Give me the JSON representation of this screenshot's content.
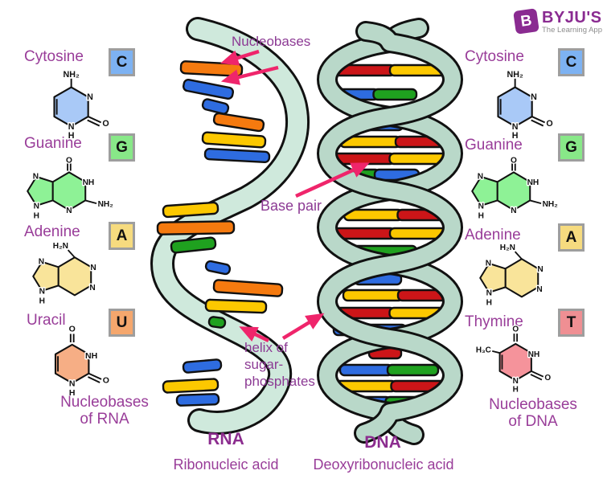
{
  "brand": {
    "logo_letter": "B",
    "name": "BYJU'S",
    "tagline": "The Learning App"
  },
  "annotations": {
    "nucleobases": "Nucleobases",
    "base_pair": "Base pair",
    "helix_line1": "helix of",
    "helix_line2": "sugar-",
    "helix_line3": "phosphates"
  },
  "rna": {
    "abbr": "RNA",
    "full_name": "Ribonucleic acid",
    "caption_line1": "Nucleobases",
    "caption_line2": "of RNA",
    "bases": [
      {
        "name": "Cytosine",
        "letter": "C"
      },
      {
        "name": "Guanine",
        "letter": "G"
      },
      {
        "name": "Adenine",
        "letter": "A"
      },
      {
        "name": "Uracil",
        "letter": "U"
      }
    ],
    "strand_bars": [
      "orange",
      "blue",
      "blue",
      "orange",
      "yellow",
      "blue",
      "yellow",
      "orange",
      "green",
      "blue",
      "orange",
      "yellow",
      "green",
      "blue",
      "yellow",
      "blue"
    ]
  },
  "dna": {
    "abbr": "DNA",
    "full_name": "Deoxyribonucleic acid",
    "caption_line1": "Nucleobases",
    "caption_line2": "of DNA",
    "bases": [
      {
        "name": "Cytosine",
        "letter": "C"
      },
      {
        "name": "Guanine",
        "letter": "G"
      },
      {
        "name": "Adenine",
        "letter": "A"
      },
      {
        "name": "Thymine",
        "letter": "T"
      }
    ],
    "base_pairs": [
      [
        "red",
        "yellow"
      ],
      [
        "blue",
        "green"
      ],
      [
        "blue"
      ],
      [
        "yellow",
        "red"
      ],
      [
        "red",
        "yellow"
      ],
      [
        "green",
        "blue"
      ],
      [
        "yellow",
        "red"
      ],
      [
        "red",
        "yellow"
      ],
      [
        "green"
      ],
      [
        "blue"
      ],
      [
        "yellow",
        "red"
      ],
      [
        "red",
        "yellow"
      ],
      [
        "blue"
      ],
      [
        "red"
      ],
      [
        "blue",
        "green"
      ],
      [
        "yellow",
        "red"
      ],
      [
        "blue",
        "green"
      ]
    ]
  },
  "atoms": {
    "cytosine": [
      "NH₂",
      "N",
      "O",
      "N",
      "H"
    ],
    "guanine": [
      "O",
      "NH",
      "NH₂",
      "N",
      "N",
      "N",
      "H"
    ],
    "adenine": [
      "H₂N",
      "N",
      "N",
      "N",
      "N",
      "H"
    ],
    "uracil": [
      "O",
      "NH",
      "O",
      "N",
      "H"
    ],
    "thymine": [
      "O",
      "H₃C",
      "NH",
      "O",
      "N",
      "H"
    ]
  },
  "colors": {
    "accent_purple": "#993d99",
    "heading_purple": "#8c2d8f",
    "arrow_pink": "#ef256b",
    "rna_ribbon": "#cfe9dc",
    "dna_ribbon": "#b9d8c9",
    "box_fills": {
      "C": "#7db2f2",
      "G": "#88e888",
      "A": "#f6db7f",
      "U": "#f5a76d",
      "T": "#ef8f93"
    },
    "ring_fills": {
      "cytosine": "#a9c9f7",
      "guanine": "#8ef296",
      "adenine": "#f9e49a",
      "uracil": "#f6ae85",
      "thymine": "#f5939b"
    },
    "bars": {
      "red": "#cc1518",
      "yellow": "#fcc800",
      "blue": "#2e6ce0",
      "green": "#1fa11f",
      "orange": "#f57a0f"
    }
  }
}
